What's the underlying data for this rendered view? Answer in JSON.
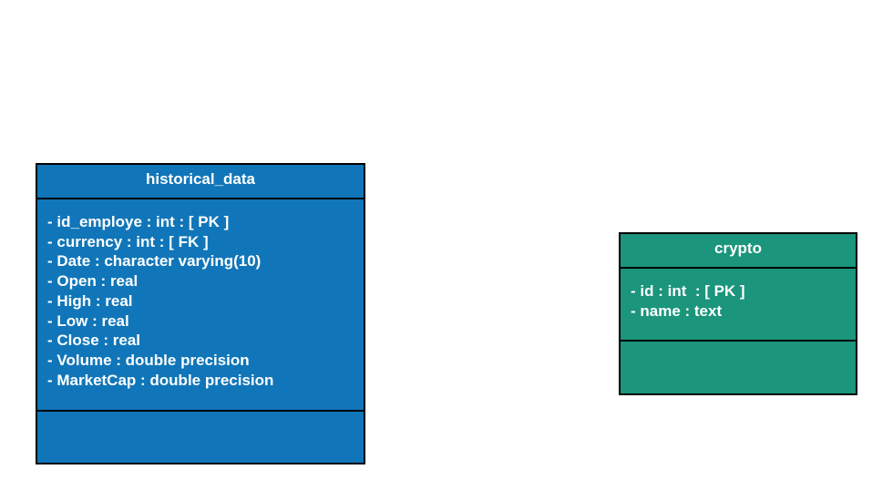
{
  "colors": {
    "historical_data_fill": "#1076b9",
    "crypto_fill": "#1b957b",
    "border": "#000000",
    "text": "#ffffff"
  },
  "entities": [
    {
      "title": "historical_data",
      "attributes": [
        "- id_employe : int : [ PK ]",
        "- currency : int : [ FK ]",
        "- Date : character varying(10)",
        "- Open : real",
        "- High : real",
        "- Low : real",
        "- Close : real",
        "- Volume : double precision",
        "- MarketCap : double precision"
      ]
    },
    {
      "title": "crypto",
      "attributes": [
        "- id : int  : [ PK ]",
        "- name : text"
      ]
    }
  ]
}
